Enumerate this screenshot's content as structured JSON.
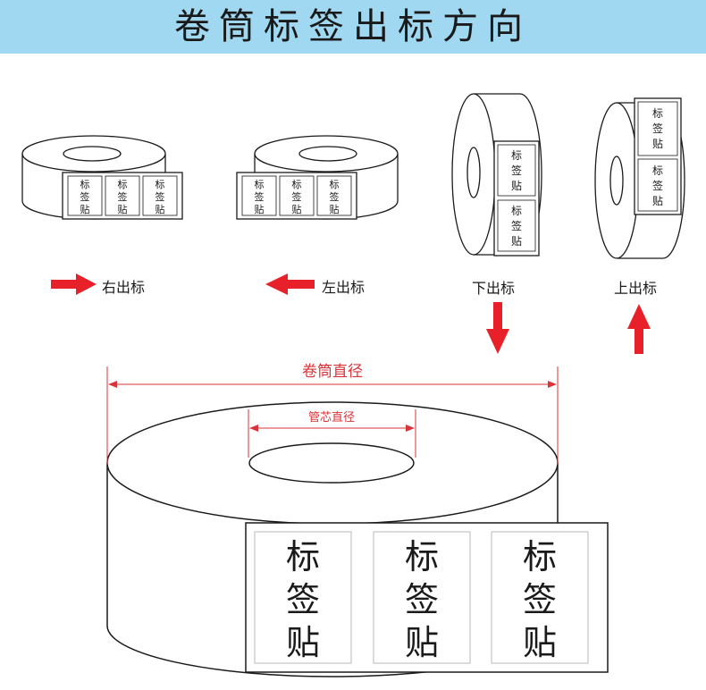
{
  "title": "卷筒标签出标方向",
  "label_text": [
    "标",
    "签",
    "贴"
  ],
  "directions": {
    "right": "右出标",
    "left": "左出标",
    "down": "下出标",
    "up": "上出标"
  },
  "dimensions": {
    "roll_diameter": "卷筒直径",
    "core_diameter": "管芯直径"
  },
  "colors": {
    "header_bg": "#9fd8f0",
    "arrow_red": "#e8202a",
    "dimension_red": "#d9343a",
    "line": "#1a1a1a"
  }
}
